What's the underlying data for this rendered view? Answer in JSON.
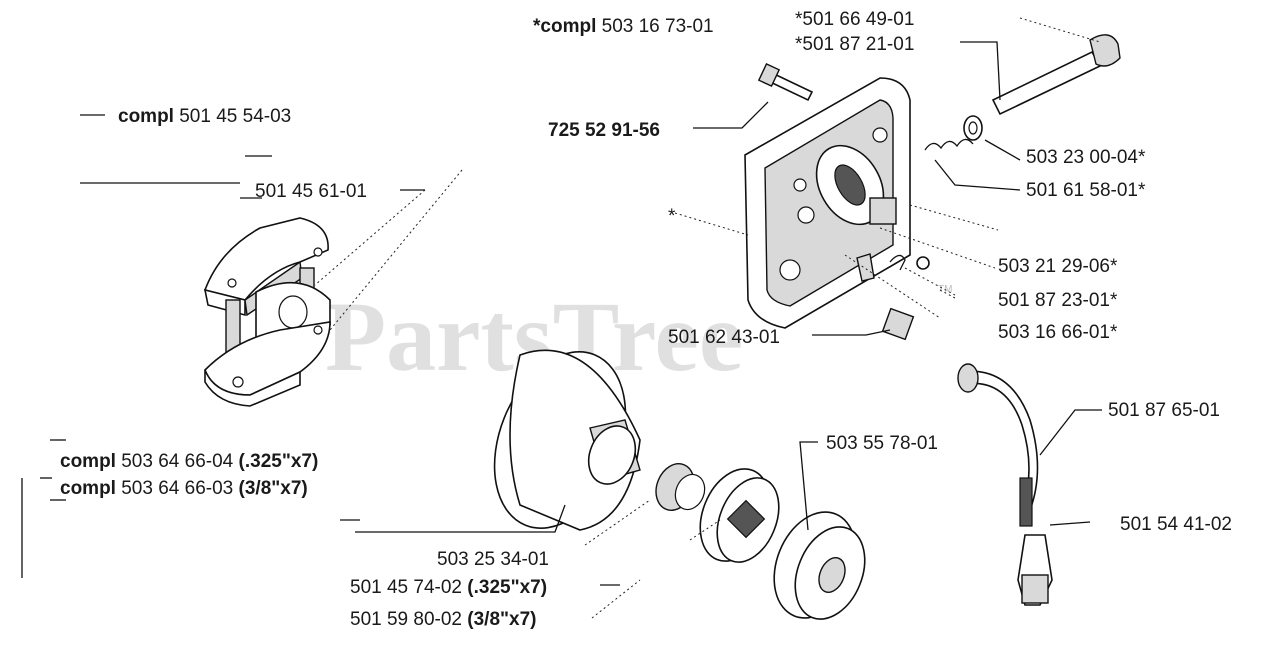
{
  "watermark": {
    "text": "PartsTree",
    "mark": "TM"
  },
  "labels": {
    "l01": {
      "prefix": "*compl",
      "number": "503 16 73-01"
    },
    "l02": {
      "number": "*501 66 49-01"
    },
    "l03": {
      "number": "*501 87 21-01"
    },
    "l04": {
      "prefix": "compl",
      "number": "501 45 54-03"
    },
    "l05": {
      "number": "725 52 91-56"
    },
    "l06": {
      "number": "501 45 61-01"
    },
    "l07": {
      "number": "503 23 00-04*"
    },
    "l08": {
      "number": "501 61 58-01*"
    },
    "l09": {
      "number": "*"
    },
    "l10": {
      "number": "503 21 29-06*"
    },
    "l11": {
      "number": "501 87 23-01*"
    },
    "l12": {
      "number": "503 16 66-01*"
    },
    "l13": {
      "number": "501 62 43-01"
    },
    "l14": {
      "number": "501 87 65-01"
    },
    "l15": {
      "number": "503 55 78-01"
    },
    "l16": {
      "prefix": "compl",
      "number": "503 64 66-04",
      "suffix": "(.325\"x7)"
    },
    "l17": {
      "prefix": "compl",
      "number": "503 64 66-03",
      "suffix": "(3/8\"x7)"
    },
    "l18": {
      "number": "501 54 41-02"
    },
    "l19": {
      "number": "503 25 34-01"
    },
    "l20": {
      "number": "501 45 74-02",
      "suffix": "(.325\"x7)"
    },
    "l21": {
      "number": "501 59 80-02",
      "suffix": "(3/8\"x7)"
    }
  }
}
